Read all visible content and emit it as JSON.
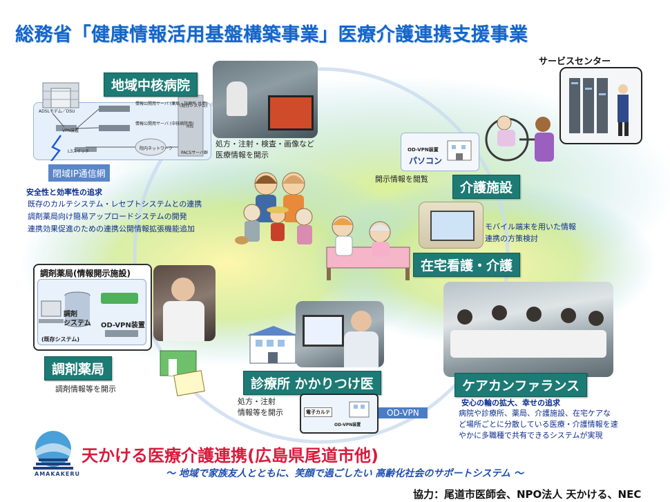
{
  "title": "総務省「健康情報活用基盤構築事業」医療介護連携支援事業",
  "nodes": {
    "hospital": {
      "label": "地域中核病院",
      "desc": [
        "処方・注射・検査・画像など",
        "医療情報を開示"
      ]
    },
    "service_center": {
      "label": "サービスセンター"
    },
    "nursing_facility": {
      "label": "介護施設",
      "desc": "開示情報を閲覧"
    },
    "home_care": {
      "label": "在宅看護・介護",
      "desc": [
        "モバイル端末を用いた情報",
        "連携の方策検討"
      ]
    },
    "pharmacy": {
      "label": "調剤薬局",
      "desc": "調剤情報等を開示"
    },
    "clinic": {
      "label": "診療所 かかりつけ医",
      "desc": [
        "処方・注射",
        "情報等を開示"
      ]
    },
    "care_conference": {
      "label": "ケアカンファランス",
      "heading": "安心の輪の拡大、幸せの追求",
      "desc": [
        "病院や診療所、薬局、介護施設、在宅ケアな",
        "ど場所ごとに分散している医療・介護情報を速",
        "やかに多職種で共有できるシステムが実現"
      ]
    }
  },
  "network": {
    "closed_ip": "閉域IP通信網",
    "adsl": "ADSLモデム／DSU",
    "vpn": "VPN装置",
    "l3": "L3スイッチ",
    "server1": "情報公開用サーバ (薬局・診療所 共用)",
    "server2": "情報公開用サーバ (中核病院用)",
    "intranet": "院内ネットワーク",
    "existing": "(既存システム)",
    "his": "HIS",
    "pacs": "PACSサーバ群",
    "od_vpn": "OD-VPN",
    "od_vpn_device": "OD-VPN装置",
    "pc": "パソコン",
    "ecard": "電子カルテ"
  },
  "safety": {
    "heading": "安全性と効率性の追求",
    "items": [
      "既存のカルテシステム・レセプトシステムとの連携",
      "調剤薬局向け簡易アップロードシステムの開発",
      "連携効果促進のための連携公開情報拡張機能追加"
    ]
  },
  "pharmacy_panel": {
    "title": "調剤薬局(情報開示施設)",
    "system": [
      "調剤",
      "システム"
    ],
    "existing": "(既存システム)",
    "device": "OD-VPN装置"
  },
  "footer": {
    "main": "天かける医療介護連携(広島県尾道市他)",
    "sub": "～ 地域で家族友人とともに、笑顔で過ごしたい 高齢化社会のサポートシステム ～",
    "credit": "協力：尾道市医師会、NPO法人 天かける、NEC",
    "logo": "AMAKAKERU"
  },
  "colors": {
    "label_bg": "#1d7a74",
    "title": "#1565c8",
    "footer_main": "#d81b3c"
  }
}
